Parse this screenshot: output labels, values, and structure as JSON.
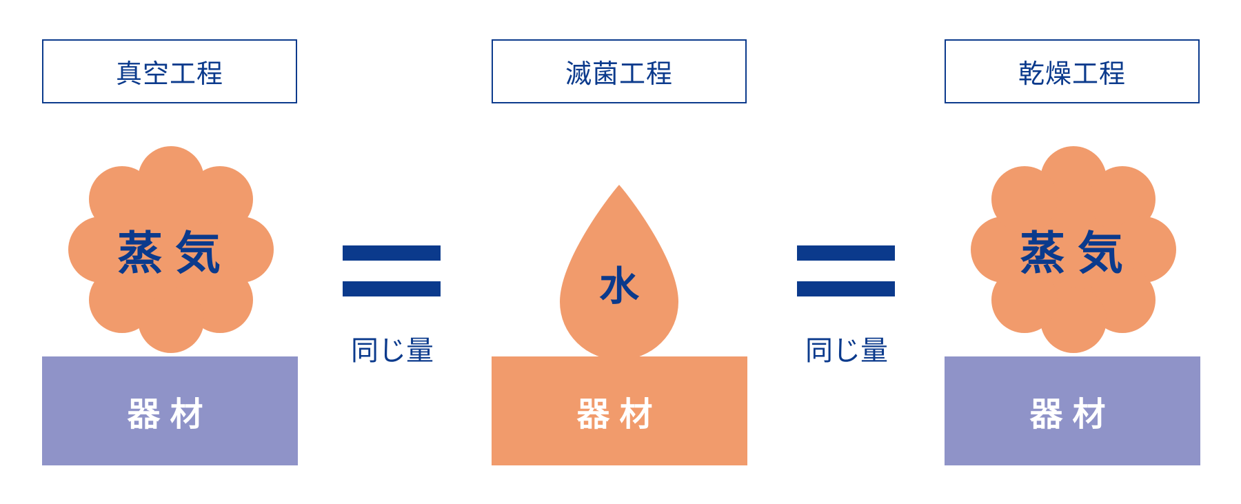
{
  "stages": [
    {
      "title": "真空工程",
      "top_label": "蒸気",
      "top_shape": "steam-cloud",
      "base_label": "器材",
      "base_color": "#8f93c8"
    },
    {
      "title": "滅菌工程",
      "top_label": "水",
      "top_shape": "water-drop",
      "base_label": "器材",
      "base_color": "#f19b6c"
    },
    {
      "title": "乾燥工程",
      "top_label": "蒸気",
      "top_shape": "steam-cloud",
      "base_label": "器材",
      "base_color": "#8f93c8"
    }
  ],
  "connectors": [
    {
      "symbol": "equals",
      "label": "同じ量"
    },
    {
      "symbol": "equals",
      "label": "同じ量"
    }
  ],
  "colors": {
    "navy": "#0b3a8c",
    "orange": "#f19b6c",
    "lavender": "#8f93c8"
  }
}
